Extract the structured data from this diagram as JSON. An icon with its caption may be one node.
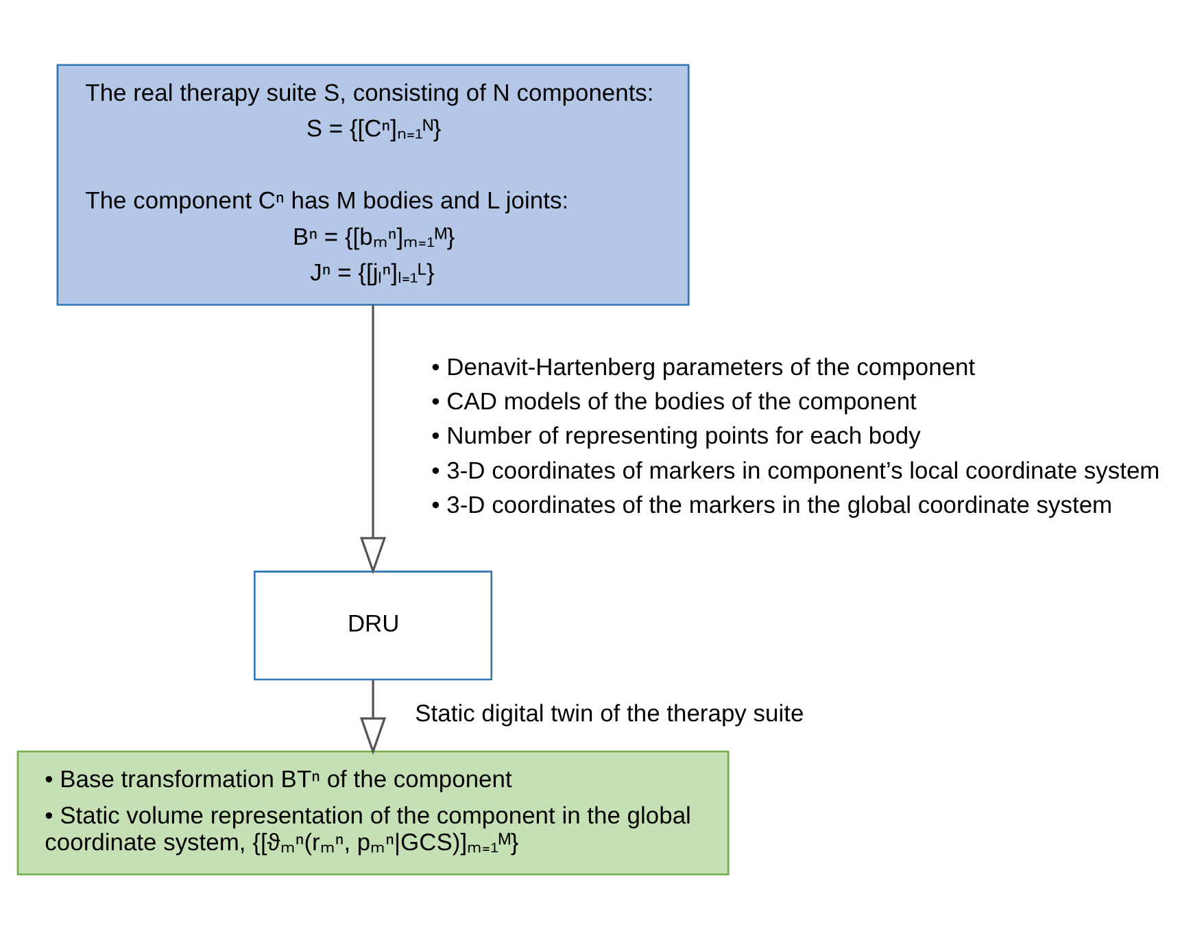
{
  "diagram": {
    "nodes": [
      {
        "text": [
          "The real therapy suite S, consisting of N components:",
          "S = {[Cⁿ]ₙ₌₁ᴺ}",
          "The component Cⁿ has M bodies and L joints:",
          "Bⁿ = {[bₘⁿ]ₘ₌₁ᴹ}",
          "Jⁿ = {[jₗⁿ]ₗ₌₁ᴸ}"
        ]
      },
      {
        "text": [
          "DRU"
        ]
      },
      {
        "text": [
          "• Base transformation BTⁿ of the component",
          "• Static volume representation of the component in the global coordinate system, {[ϑₘⁿ(rₘⁿ, pₘⁿ|GCS)]ₘ₌₁ᴹ}"
        ]
      }
    ],
    "edges": [
      {
        "from": 0,
        "to": 1,
        "arrow": "to"
      },
      {
        "from": 1,
        "to": 2,
        "arrow": "to",
        "label": "Static digital twin of the therapy suite"
      }
    ],
    "labels": [
      "• Denavit-Hartenberg parameters of the component",
      "• CAD models of the bodies of the component",
      "• Number of representing points for each body",
      "• 3-D coordinates of markers in component’s local coordinate system",
      "• 3-D coordinates of the markers in the global coordinate system"
    ]
  }
}
